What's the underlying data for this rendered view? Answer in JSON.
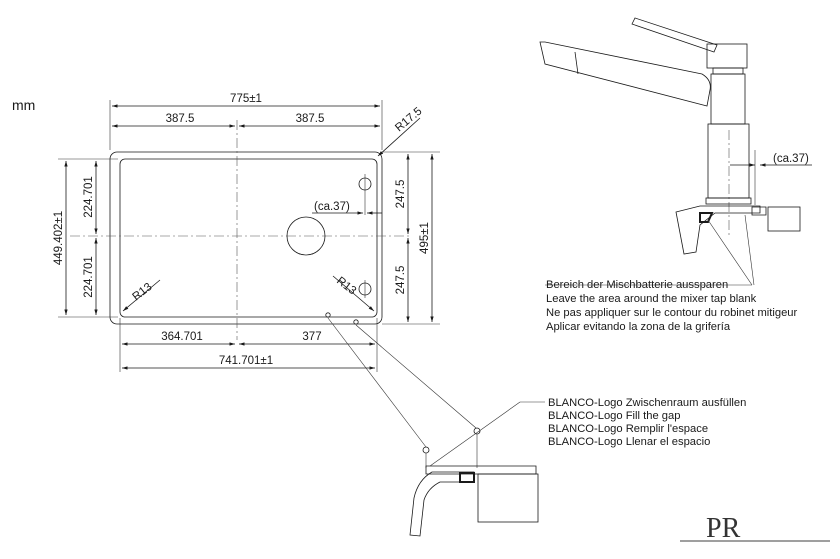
{
  "unit_label": "mm",
  "dimensions": {
    "overall_width": "775±1",
    "half_left": "387.5",
    "half_right": "387.5",
    "corner_outer_radius": "R17.5",
    "bowl_height": "449.402±1",
    "bowl_half_top": "224.701",
    "bowl_half_bottom": "224.701",
    "overall_height": "495±1",
    "right_half_top": "247.5",
    "right_half_bottom": "247.5",
    "tap_offset": "(ca.37)",
    "corner_inner_radius_left": "R13",
    "corner_inner_radius_right": "R13",
    "bottom_left": "364.701",
    "bottom_right": "377",
    "bowl_width": "741.701±1",
    "faucet_offset": "(ca.37)"
  },
  "notes": {
    "mixer_area": [
      "Bereich der Mischbatterie aussparen",
      "Leave the area around the mixer tap blank",
      "Ne pas appliquer sur le contour du robinet mitigeur",
      "Aplicar evitando la zona de la grifería"
    ],
    "logo_gap": [
      "BLANCO-Logo Zwischenraum ausfüllen",
      "BLANCO-Logo Fill the gap",
      "BLANCO-Logo Remplir l'espace",
      "BLANCO-Logo Llenar el espacio"
    ]
  },
  "brand_mark": "PR",
  "icons": {
    "faucet": "mixer-tap-icon",
    "logo": "pr-monogram-logo"
  }
}
